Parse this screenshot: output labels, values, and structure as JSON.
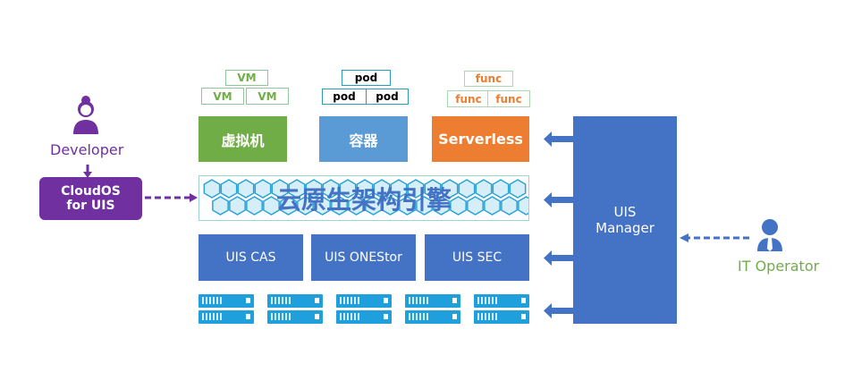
{
  "workloads": {
    "vm": {
      "label": "虚拟机",
      "items": [
        "VM",
        "VM",
        "VM"
      ],
      "color": "#70ad47"
    },
    "container": {
      "label": "容器",
      "items": [
        "pod",
        "pod",
        "pod"
      ],
      "color": "#5b9bd5"
    },
    "serverless": {
      "label": "Serverless",
      "items": [
        "func",
        "func",
        "func"
      ],
      "color": "#ed7d31"
    }
  },
  "engine": {
    "label": "云原生架构引擎",
    "color": "#4472c4"
  },
  "platform": [
    "UIS CAS",
    "UIS ONEStor",
    "UIS SEC"
  ],
  "manager": {
    "line1": "UIS",
    "line2": "Manager",
    "color": "#4472c4"
  },
  "developer": {
    "label": "Developer",
    "color": "#7030a0"
  },
  "cloudos": {
    "line1": "CloudOS",
    "line2": "for UIS"
  },
  "operator": {
    "label": "IT Operator",
    "color": "#70ad47"
  }
}
